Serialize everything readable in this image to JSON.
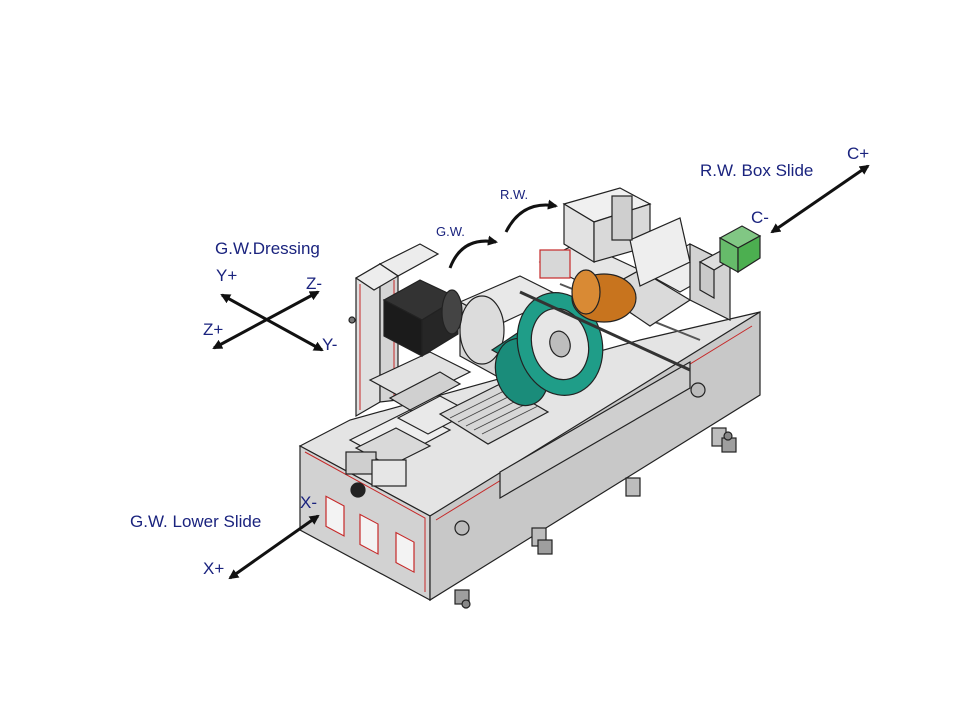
{
  "labels": {
    "gw_dressing": "G.W.Dressing",
    "y_plus": "Y+",
    "z_minus": "Z-",
    "z_plus": "Z+",
    "y_minus": "Y-",
    "gw": "G.W.",
    "rw": "R.W.",
    "rw_box_slide": "R.W. Box Slide",
    "c_plus": "C+",
    "c_minus": "C-",
    "gw_lower_slide": "G.W. Lower Slide",
    "x_minus": "X-",
    "x_plus": "X+"
  },
  "colors": {
    "label": "#1a237e",
    "arrow": "#111111",
    "machine_line": "#222222",
    "machine_body": "#d9d9d9",
    "machine_light": "#ececec",
    "machine_red": "#c62828",
    "grinding_wheel": "#1a8c7a",
    "regulating_wheel": "#c8741e",
    "motor": "#1b1b1b",
    "coolant_box": "#66bb6a"
  }
}
